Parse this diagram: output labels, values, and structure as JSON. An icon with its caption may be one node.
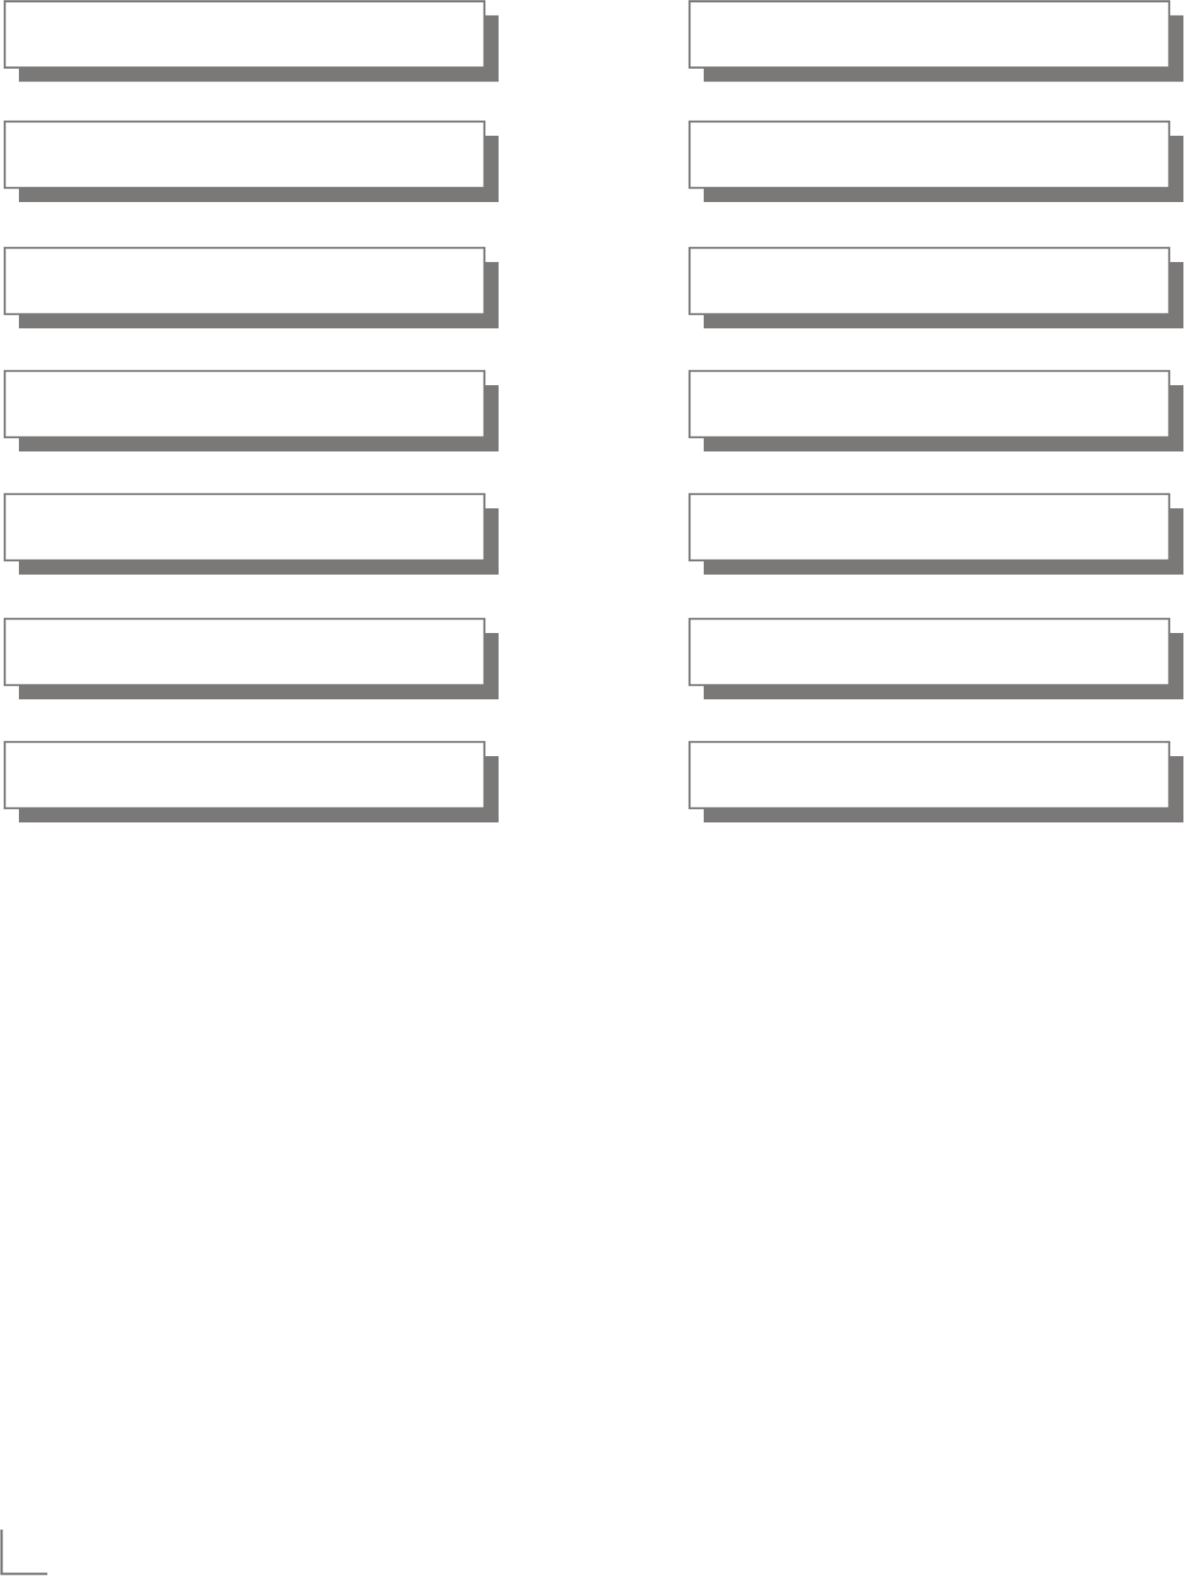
{
  "diagram": {
    "nodes": [
      {
        "text": [],
        "shape": "box"
      },
      {
        "text": [],
        "shape": "box"
      },
      {
        "text": [],
        "shape": "box"
      },
      {
        "text": [],
        "shape": "box"
      },
      {
        "text": [],
        "shape": "box"
      },
      {
        "text": [],
        "shape": "box"
      },
      {
        "text": [],
        "shape": "box"
      },
      {
        "text": [],
        "shape": "box"
      },
      {
        "text": [],
        "shape": "box"
      },
      {
        "text": [],
        "shape": "box"
      },
      {
        "text": [],
        "shape": "box"
      },
      {
        "text": [],
        "shape": "box"
      },
      {
        "text": [],
        "shape": "box"
      },
      {
        "text": [],
        "shape": "box"
      }
    ]
  }
}
